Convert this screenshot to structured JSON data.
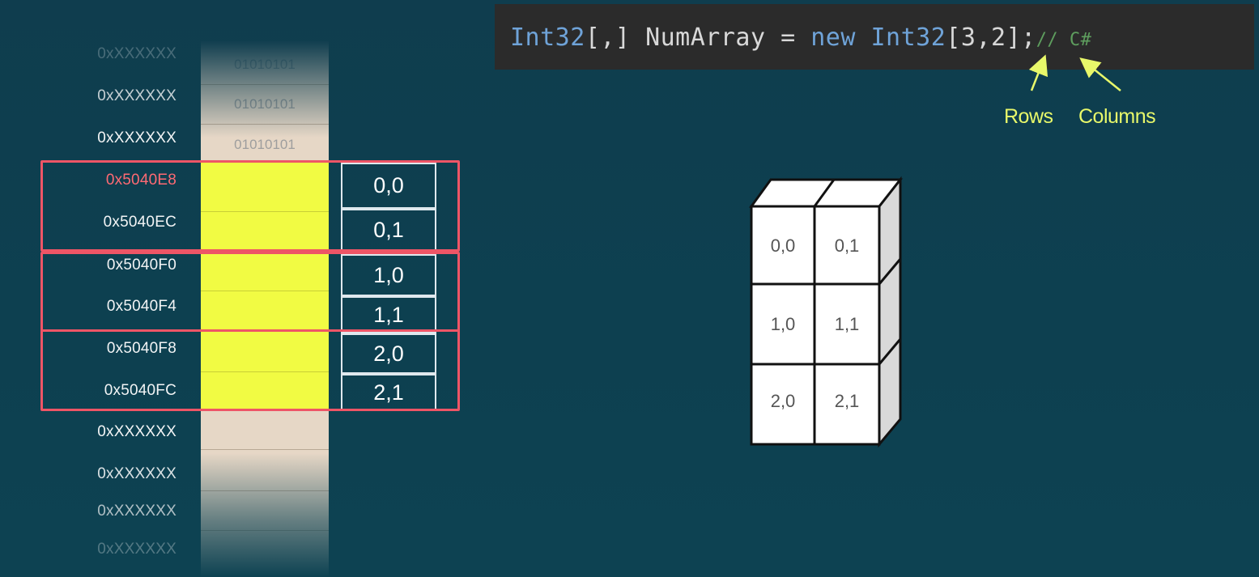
{
  "code": {
    "type_name": "Int32",
    "decl_brackets": "[,]",
    "var_name": "NumArray",
    "equals": "=",
    "keyword_new": "new",
    "type_name2": "Int32",
    "open_bracket": "[",
    "rows_value": "3",
    "comma": ",",
    "cols_value": "2",
    "close": "];",
    "comment": "// C#"
  },
  "labels": {
    "rows": "Rows",
    "columns": "Columns"
  },
  "memory": {
    "addresses": [
      "0xXXXXXX",
      "0xXXXXXX",
      "0xXXXXXX",
      "0x5040E8",
      "0x5040EC",
      "0x5040F0",
      "0x5040F4",
      "0x5040F8",
      "0x5040FC",
      "0xXXXXXX",
      "0xXXXXXX",
      "0xXXXXXX",
      "0xXXXXXX"
    ],
    "bits": [
      "01010101",
      "01010101",
      "01010101"
    ]
  },
  "indices": [
    "0,0",
    "0,1",
    "1,0",
    "1,1",
    "2,0",
    "2,1"
  ],
  "cube": [
    "0,0",
    "0,1",
    "1,0",
    "1,1",
    "2,0",
    "2,1"
  ],
  "colors": {
    "background": "#0f3d4e",
    "memory_cell": "#e6d7c6",
    "highlight_cell": "#f1fb43",
    "row_group_border": "#ee5566",
    "highlight_address": "#ff6a73",
    "annotation": "#e8f86a",
    "code_background": "#2b2b2b"
  }
}
